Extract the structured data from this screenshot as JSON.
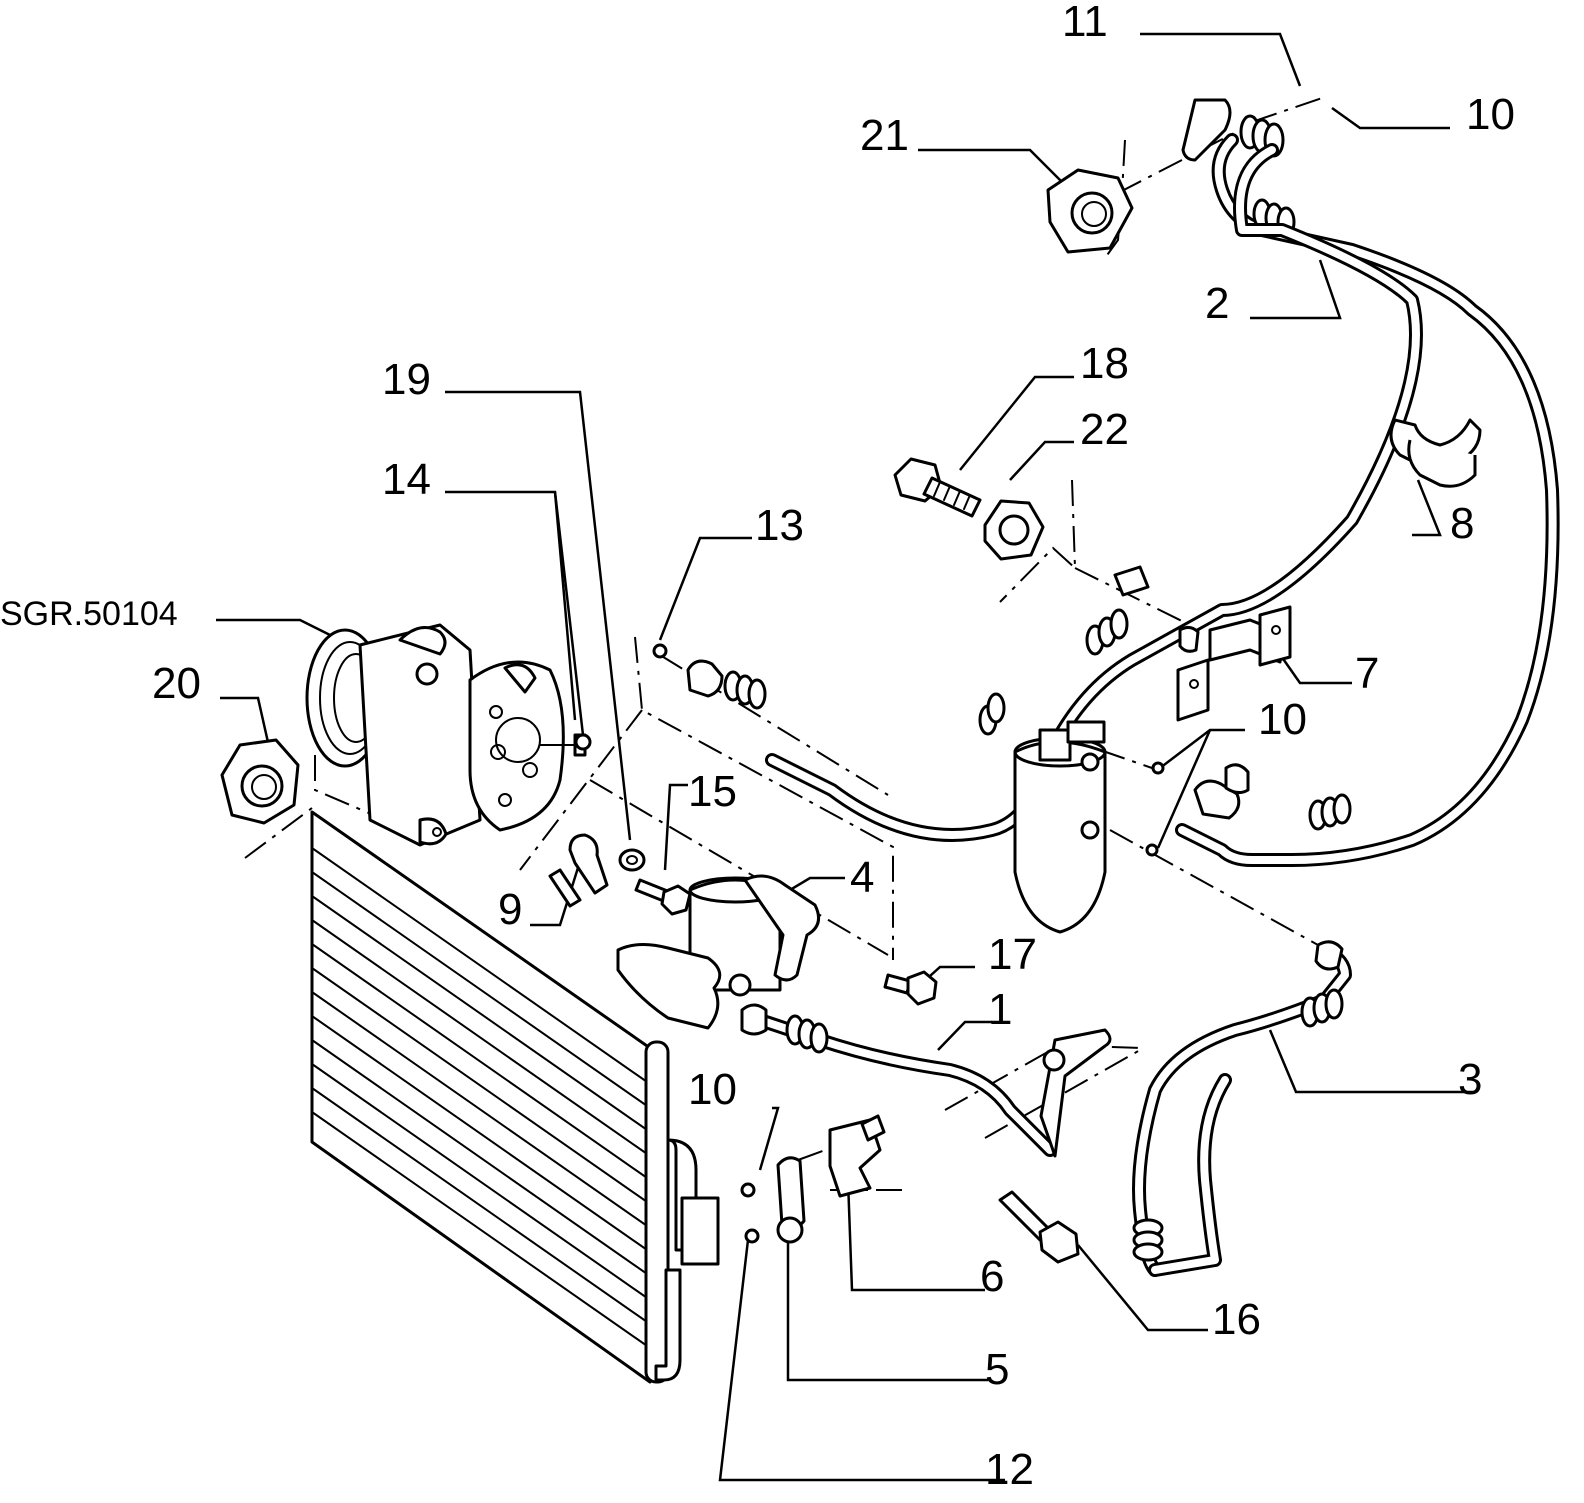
{
  "labels": {
    "l1": "1",
    "l2": "2",
    "l3": "3",
    "l4": "4",
    "l5": "5",
    "l6": "6",
    "l7": "7",
    "l8": "8",
    "l9": "9",
    "l10a": "10",
    "l10b": "10",
    "l10c": "10",
    "l11": "11",
    "l12": "12",
    "l13": "13",
    "l14": "14",
    "l15": "15",
    "l16": "16",
    "l17": "17",
    "l18": "18",
    "l19": "19",
    "l20": "20",
    "l21": "21",
    "l22": "22",
    "ref": "SGR.50104"
  }
}
